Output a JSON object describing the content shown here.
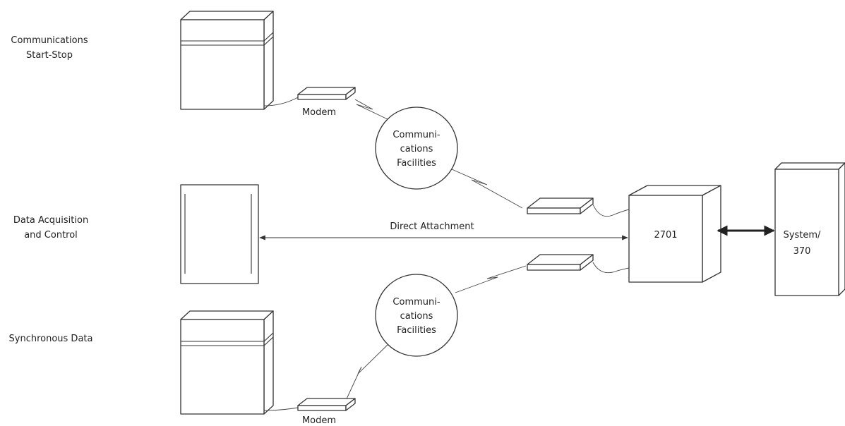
{
  "labels": {
    "comm_start_stop": [
      "Communications",
      "Start-Stop"
    ],
    "data_acq": [
      "Data Acquisition",
      "and Control"
    ],
    "sync_data": "Synchronous Data",
    "modem_top": "Modem",
    "modem_bottom": "Modem",
    "facilities_top": [
      "Communi-",
      "cations",
      "Facilities"
    ],
    "facilities_bottom": [
      "Communi-",
      "cations",
      "Facilities"
    ],
    "direct_attachment": "Direct Attachment",
    "controller": "2701",
    "system": [
      "System/",
      "370"
    ]
  }
}
